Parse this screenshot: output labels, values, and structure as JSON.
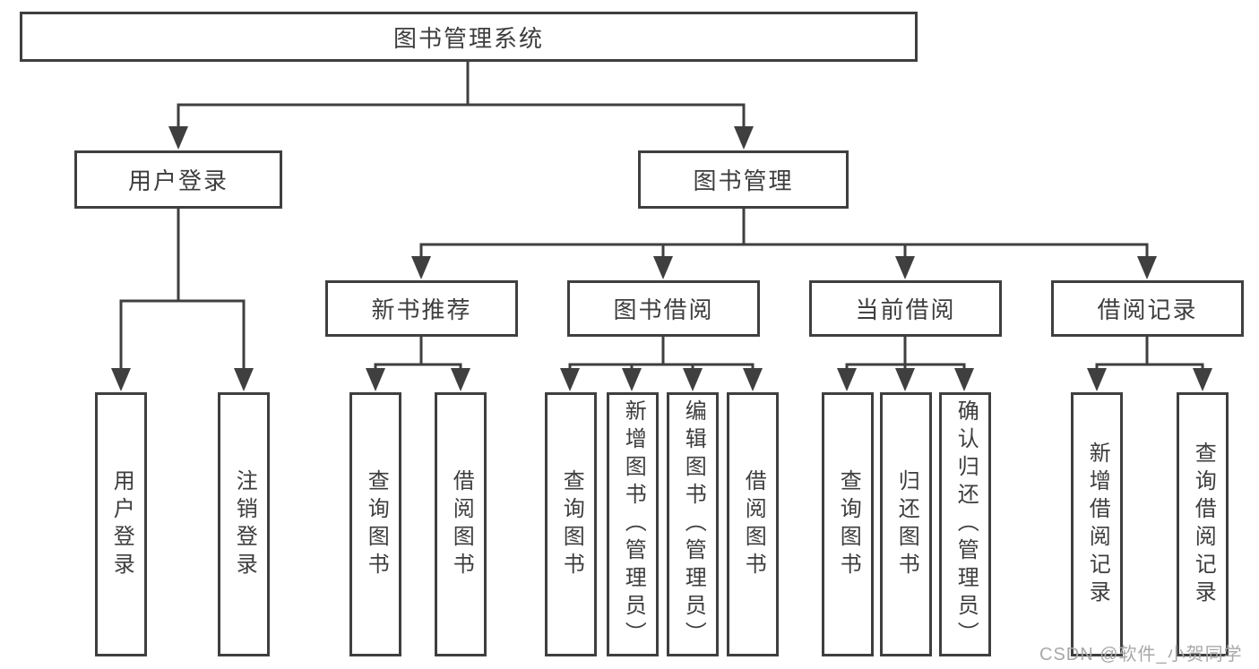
{
  "nodes": {
    "root": {
      "label": "图书管理系统"
    },
    "level2": [
      {
        "id": "user-login",
        "label": "用户登录"
      },
      {
        "id": "book-management",
        "label": "图书管理"
      }
    ],
    "level3": [
      {
        "id": "new-book-recommend",
        "label": "新书推荐",
        "parent": "图书管理"
      },
      {
        "id": "book-borrowing",
        "label": "图书借阅",
        "parent": "图书管理"
      },
      {
        "id": "current-borrowing",
        "label": "当前借阅",
        "parent": "图书管理"
      },
      {
        "id": "borrowing-records",
        "label": "借阅记录",
        "parent": "图书管理"
      }
    ],
    "leaves": [
      {
        "label": "用户登录",
        "parent": "用户登录"
      },
      {
        "label": "注销登录",
        "parent": "用户登录"
      },
      {
        "label": "查询图书",
        "parent": "新书推荐"
      },
      {
        "label": "借阅图书",
        "parent": "新书推荐"
      },
      {
        "label": "查询图书",
        "parent": "图书借阅"
      },
      {
        "label": "新增图书（管理员）",
        "parent": "图书借阅"
      },
      {
        "label": "编辑图书（管理员）",
        "parent": "图书借阅"
      },
      {
        "label": "借阅图书",
        "parent": "图书借阅"
      },
      {
        "label": "查询图书",
        "parent": "当前借阅"
      },
      {
        "label": "归还图书",
        "parent": "当前借阅"
      },
      {
        "label": "确认归还（管理员）",
        "parent": "当前借阅"
      },
      {
        "label": "新增借阅记录",
        "parent": "借阅记录"
      },
      {
        "label": "查询借阅记录",
        "parent": "借阅记录"
      }
    ]
  },
  "watermark": "CSDN @软件_小贺同学",
  "colors": {
    "line": "#3f3f3f",
    "text": "#3d3d3d",
    "background": "#ffffff",
    "watermark": "#a8a8a8"
  }
}
